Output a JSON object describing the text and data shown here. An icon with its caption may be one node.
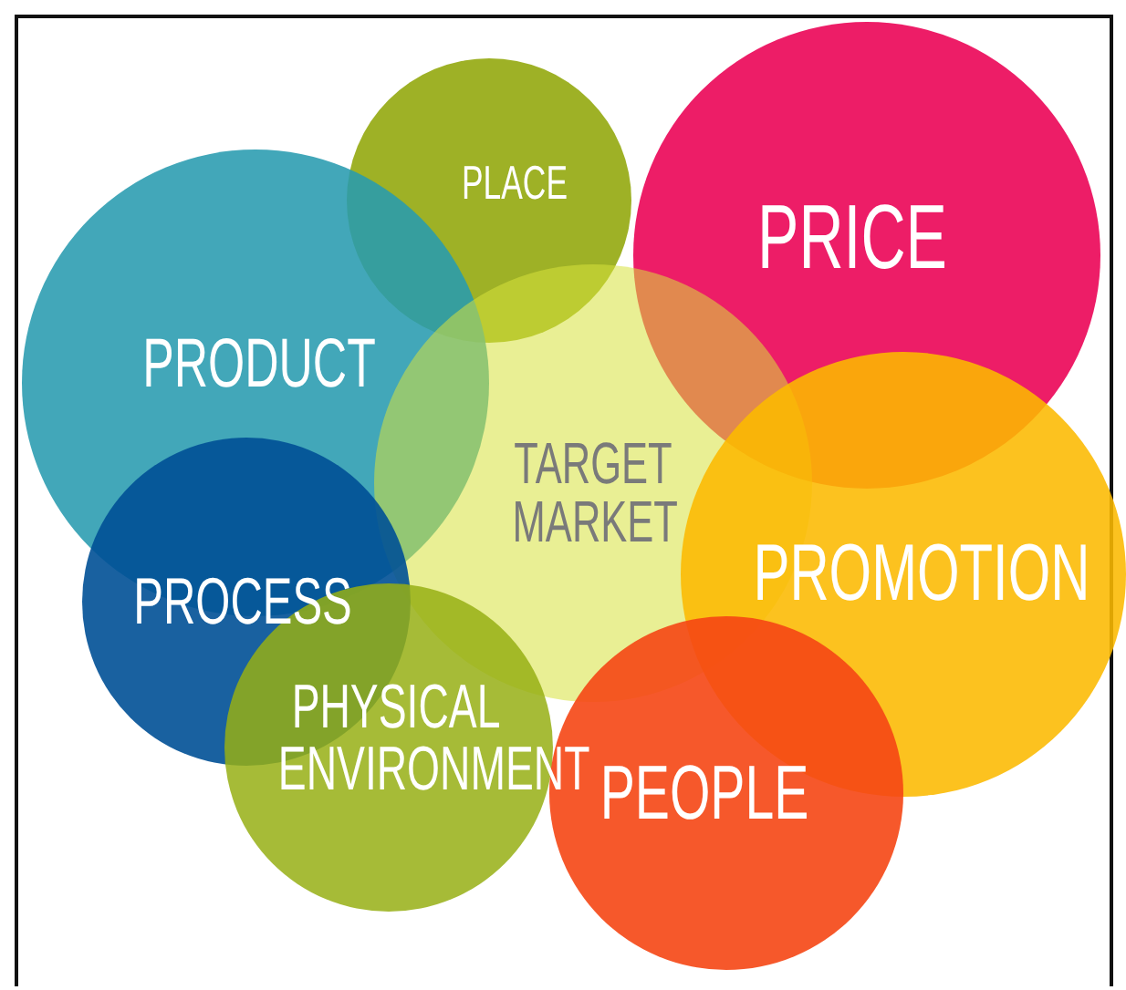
{
  "diagram": {
    "nodes": [
      {
        "text": [
          "PLACE"
        ]
      },
      {
        "text": [
          "PRICE"
        ]
      },
      {
        "text": [
          "PRODUCT"
        ]
      },
      {
        "text": [
          "TARGET MARKET"
        ]
      },
      {
        "text": [
          "PROMOTION"
        ]
      },
      {
        "text": [
          "PROCESS"
        ]
      },
      {
        "text": [
          "PHYSICAL ENVIRONMENT"
        ]
      },
      {
        "text": [
          "PEOPLE"
        ]
      }
    ]
  }
}
